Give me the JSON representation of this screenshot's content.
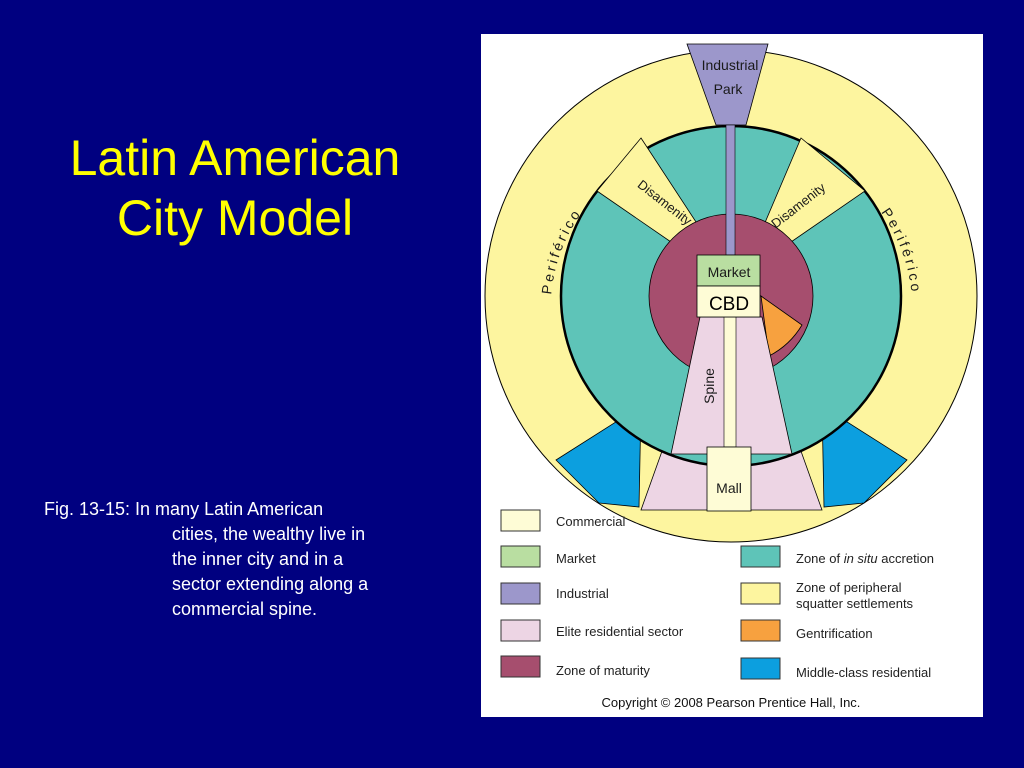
{
  "title": {
    "line1": "Latin American",
    "line2": "City Model"
  },
  "caption": {
    "line1": "Fig. 13-15: In many Latin American",
    "line2": "cities, the wealthy live in",
    "line3": "the inner city and in a",
    "line4": "sector extending along a",
    "line5": "commercial spine."
  },
  "diagram": {
    "labels": {
      "industrial_line1": "Industrial",
      "industrial_line2": "Park",
      "disamenity_left": "Disamenity",
      "disamenity_right": "Disamenity",
      "periferico_left": "Periférico",
      "periferico_right": "Periférico",
      "market": "Market",
      "cbd": "CBD",
      "spine": "Spine",
      "mall": "Mall"
    },
    "legend": [
      {
        "label": "Commercial",
        "color": "#fefcd6"
      },
      {
        "label": "Market",
        "color": "#b9dea1"
      },
      {
        "label": "Industrial",
        "color": "#9c97cb"
      },
      {
        "label": "Elite residential sector",
        "color": "#edd5e4"
      },
      {
        "label": "Zone of maturity",
        "color": "#a64e6e"
      },
      {
        "label_pre": "Zone of ",
        "label_em": "in situ",
        "label_post": " accretion",
        "color": "#5ec4b8"
      },
      {
        "label_line1": "Zone of peripheral",
        "label_line2": "squatter settlements",
        "color": "#fdf59f"
      },
      {
        "label": "Gentrification",
        "color": "#f7a13f"
      },
      {
        "label": "Middle-class residential",
        "color": "#0c9fdf"
      }
    ],
    "copyright": "Copyright © 2008 Pearson Prentice Hall, Inc."
  }
}
